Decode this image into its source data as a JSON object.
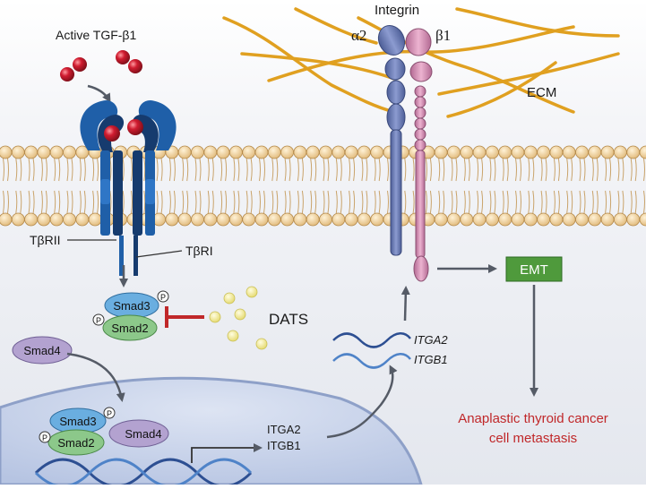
{
  "labels": {
    "tgf": "Active TGF-β1",
    "integrin": "Integrin",
    "alpha2": "α2",
    "beta1": "β1",
    "ecm": "ECM",
    "tbrii": "TβRII",
    "tbri": "TβRI",
    "smad3": "Smad3",
    "smad2": "Smad2",
    "smad4": "Smad4",
    "phospho": "P",
    "dats": "DATS",
    "itga2_mrna": "ITGA2",
    "itgb1_mrna": "ITGB1",
    "itga2_gene": "ITGA2",
    "itgb1_gene": "ITGB1",
    "emt": "EMT",
    "outcome_line1": "Anaplastic thyroid cancer",
    "outcome_line2": "cell metastasis"
  },
  "colors": {
    "background_top": "#ffffff",
    "background_bottom": "#e6e9ef",
    "membrane_head": "#efcf95",
    "membrane_head_stroke": "#b58a4a",
    "receptor_blue": "#1f5fa8",
    "receptor_dark": "#163b6e",
    "ligand_red": "#c0182a",
    "alpha_integrin": "#6e7fb8",
    "beta_integrin": "#d08bb0",
    "ecm_fiber": "#e0a020",
    "smad3": "#6aaee0",
    "smad2": "#8cc88a",
    "smad4": "#b3a2d0",
    "dats_dot": "#f2ec9a",
    "inhibition": "#c0282a",
    "emt_box": "#4f9a3c",
    "outcome_text": "#c0282a",
    "nucleus": "#c7d3ea",
    "arrow": "#555b66"
  }
}
